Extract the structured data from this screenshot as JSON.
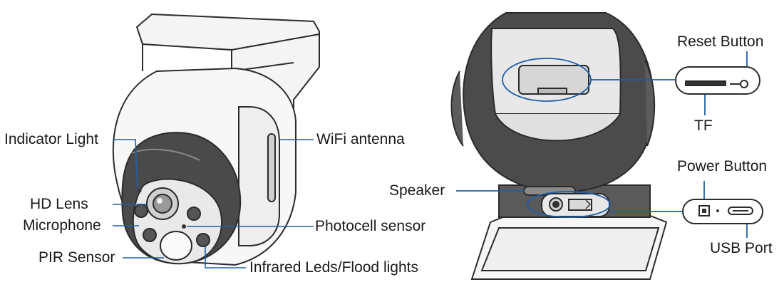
{
  "left_camera": {
    "labels": {
      "indicator_light": "Indicator Light",
      "wifi_antenna": "WiFi antenna",
      "hd_lens": "HD Lens",
      "microphone": "Microphone",
      "photocell_sensor": "Photocell sensor",
      "pir_sensor": "PIR Sensor",
      "infrared_leds": "Infrared Leds/Flood lights"
    }
  },
  "right_camera": {
    "labels": {
      "reset_button": "Reset Button",
      "tf": "TF",
      "power_button": "Power Button",
      "speaker": "Speaker",
      "usb_port": "USB Port"
    }
  },
  "colors": {
    "callout_line": "#1f5fa8",
    "outline": "#2b2b2b",
    "body_dark": "#3a3a3a",
    "body_mid": "#6b6b6b",
    "body_light": "#e6e6e6"
  }
}
